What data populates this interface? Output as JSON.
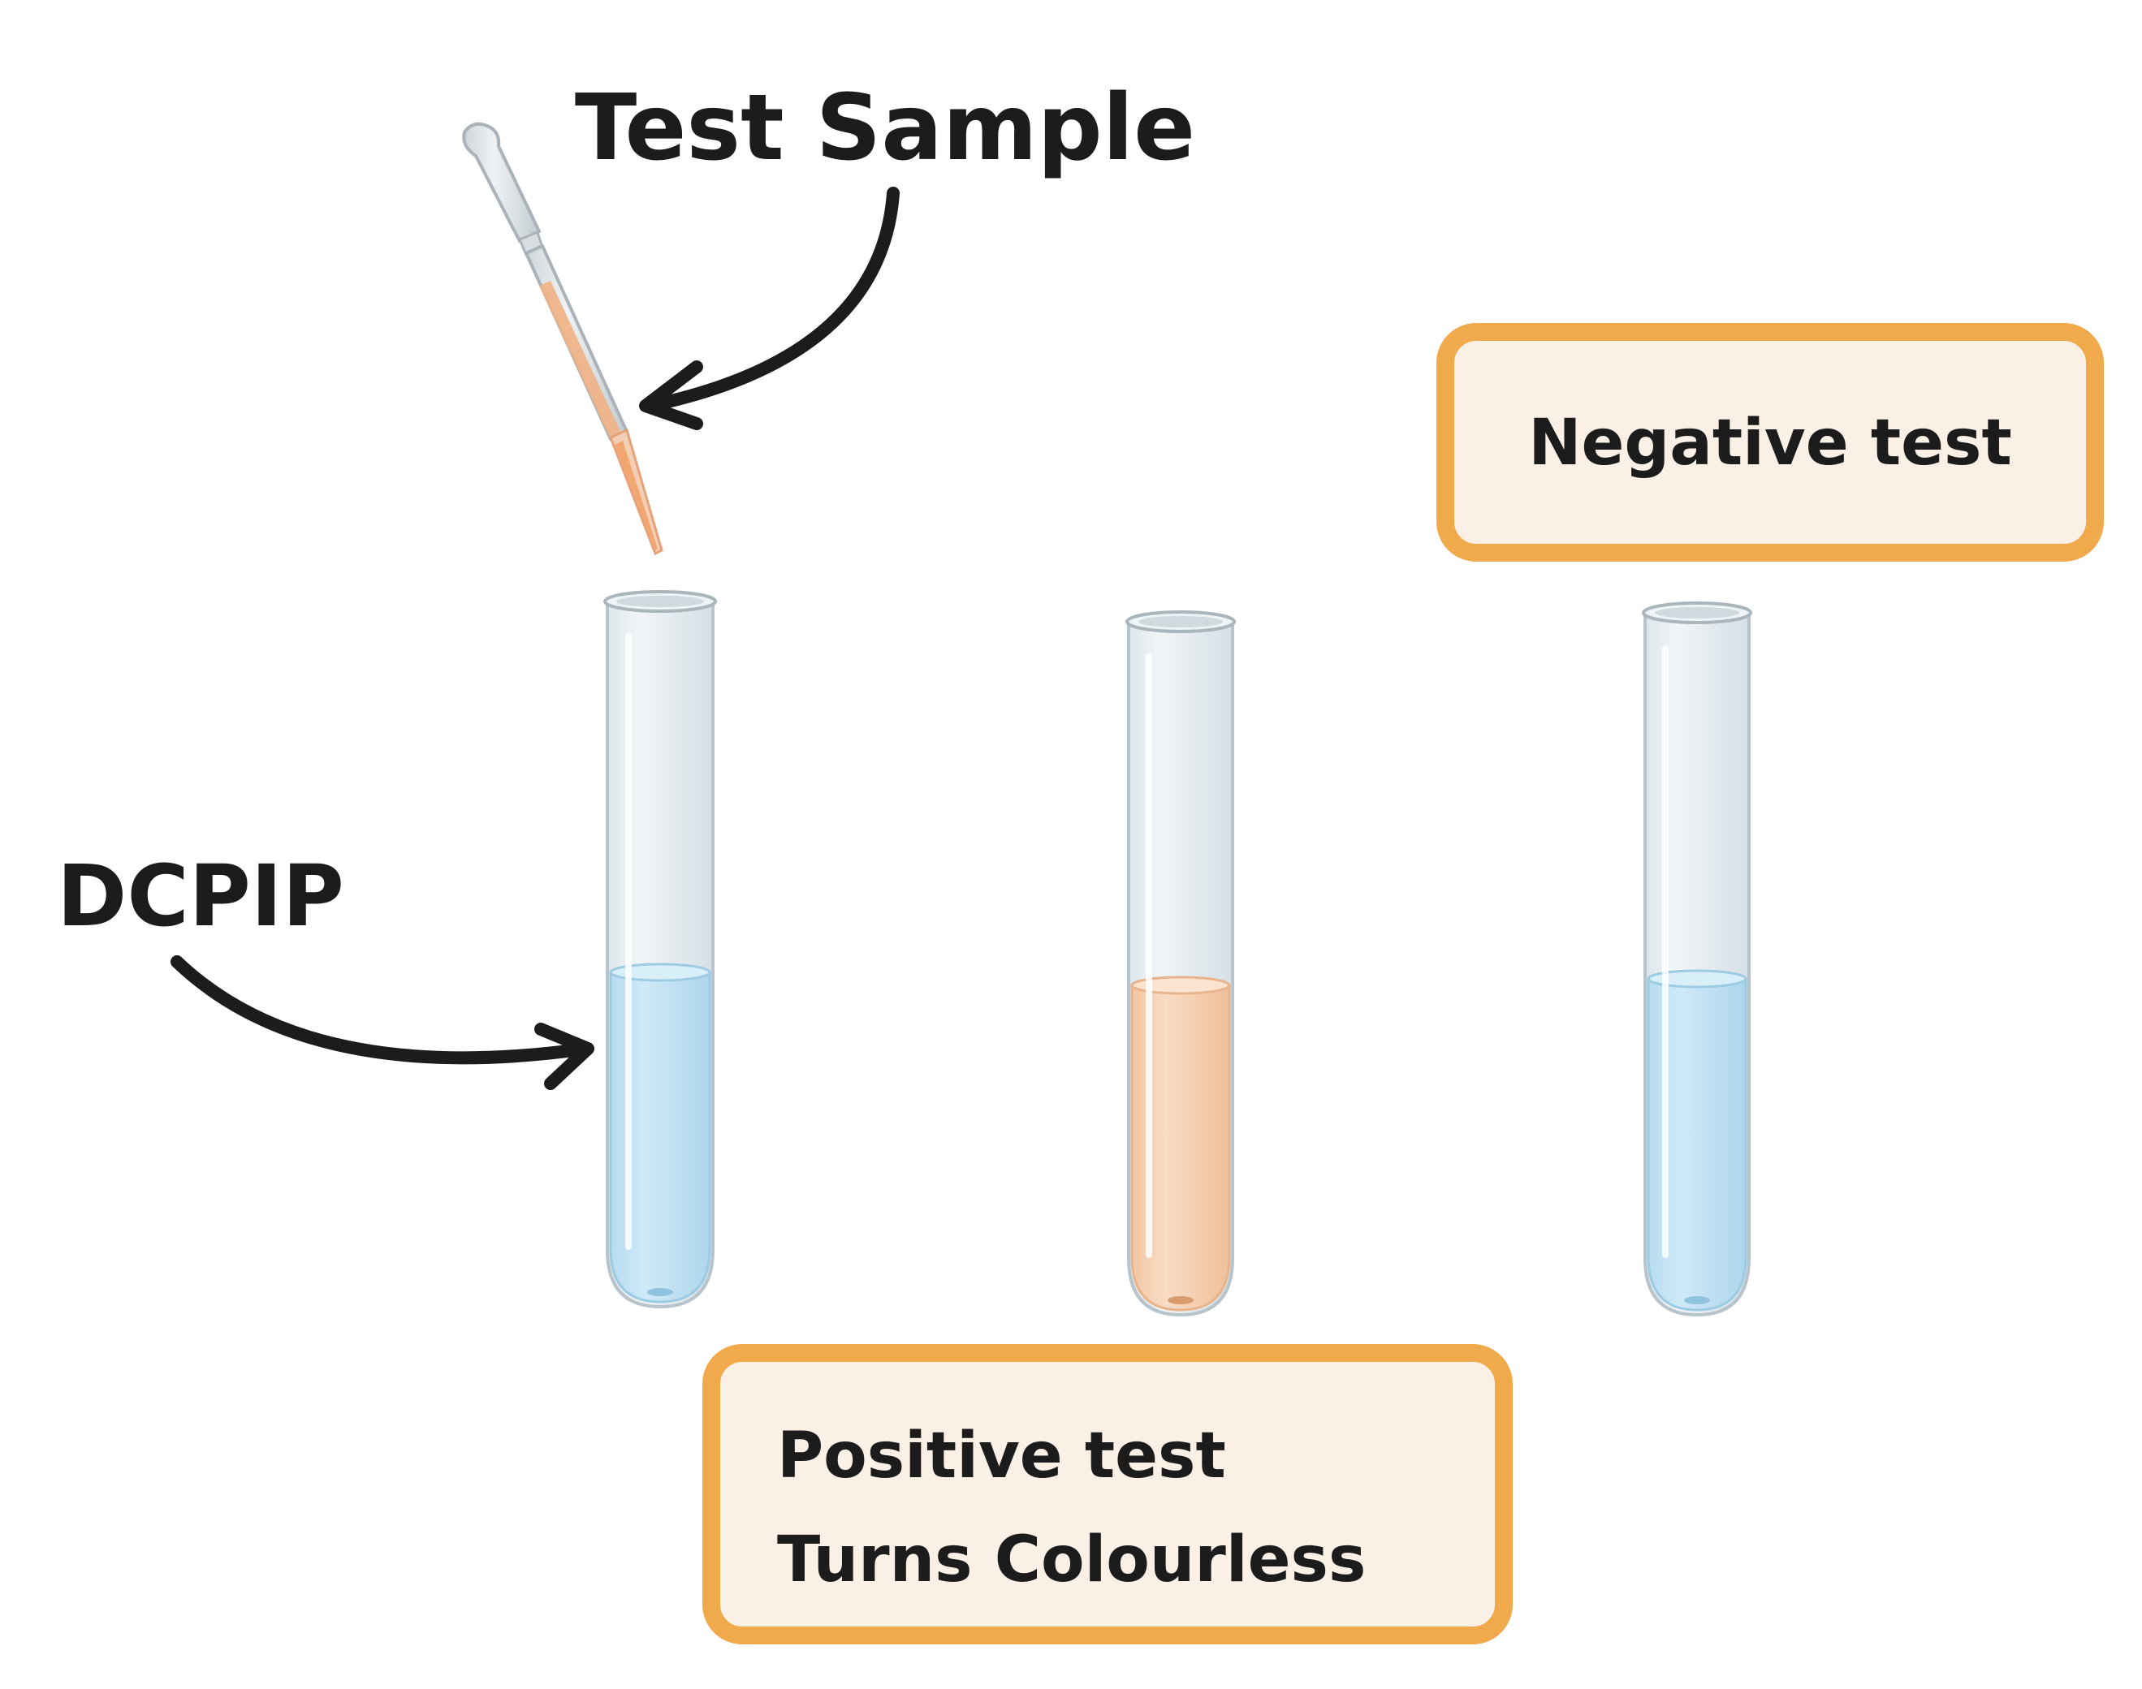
{
  "labels": {
    "test_sample": "Test Sample",
    "dcpip": "DCPIP"
  },
  "boxes": {
    "negative": {
      "line1": "Negative test"
    },
    "positive": {
      "line1": "Positive test",
      "line2": "Turns Colourless"
    }
  },
  "colors": {
    "box_border": "#F0A94B",
    "box_fill": "#FAF0E6",
    "blue_liquid": "#C6E4F5",
    "orange_liquid": "#F7D4B8",
    "glass": "#E9EFF2",
    "text": "#1C1C1C"
  }
}
